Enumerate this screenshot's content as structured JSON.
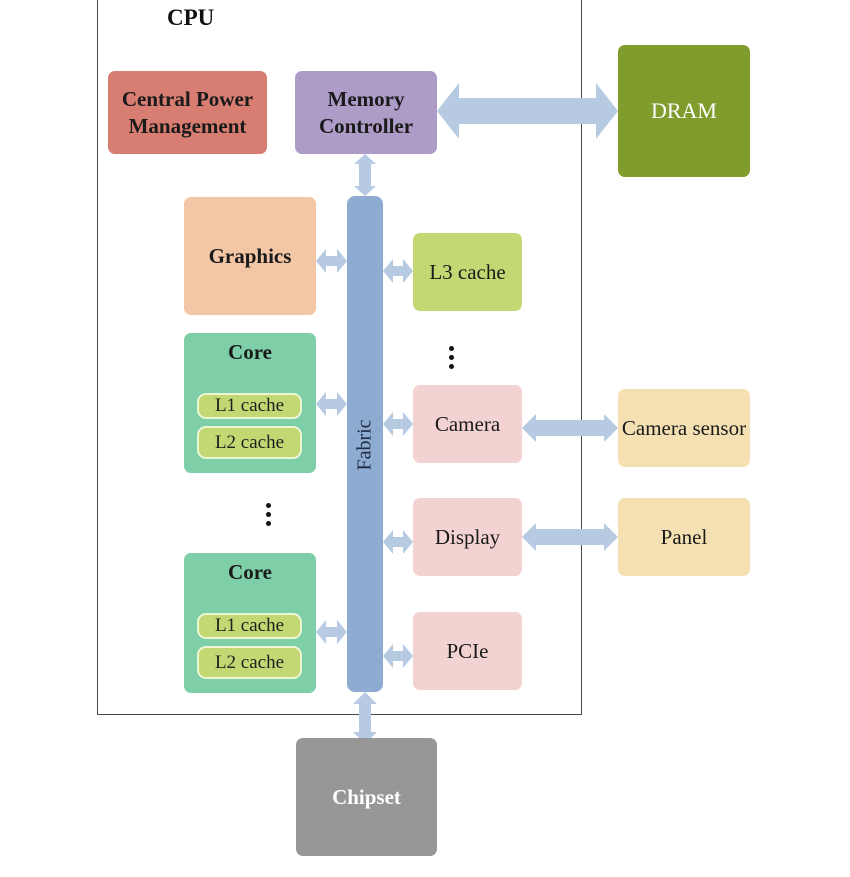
{
  "cpu_title": "CPU",
  "blocks": {
    "central_power": "Central Power Management",
    "memory_controller": "Memory Controller",
    "dram": "DRAM",
    "graphics": "Graphics",
    "l3_cache": "L3 cache",
    "core_1": {
      "title": "Core",
      "l1": "L1 cache",
      "l2": "L2 cache"
    },
    "core_2": {
      "title": "Core",
      "l1": "L1 cache",
      "l2": "L2 cache"
    },
    "fabric": "Fabric",
    "camera": "Camera",
    "camera_sensor": "Camera sensor",
    "display": "Display",
    "panel": "Panel",
    "pcie": "PCIe",
    "chipset": "Chipset"
  },
  "colors": {
    "central_power": "#d77d72",
    "memory_controller": "#ad9cc7",
    "dram": "#7f9c2c",
    "graphics": "#f3c6a6",
    "l3_cache": "#c3d872",
    "core": "#7ecfa8",
    "fabric": "#8eacd1",
    "io_block": "#f2d3d1",
    "external_io": "#f4e0b2",
    "chipset": "#979797",
    "arrow": "#b6cae2"
  }
}
